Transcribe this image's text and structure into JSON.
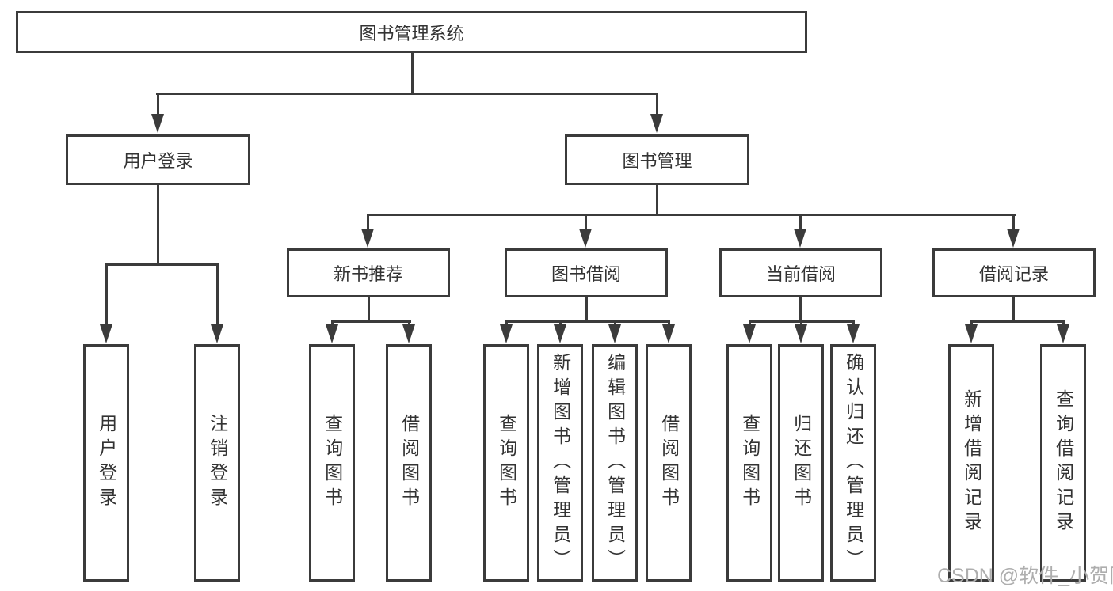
{
  "tree": {
    "root": "图书管理系统",
    "children": [
      {
        "label": "用户登录",
        "children": [
          "用户登录",
          "注销登录"
        ]
      },
      {
        "label": "图书管理",
        "children": [
          {
            "label": "新书推荐",
            "children": [
              "查询图书",
              "借阅图书"
            ]
          },
          {
            "label": "图书借阅",
            "children": [
              "查询图书",
              "新增图书（管理员）",
              "编辑图书（管理员）",
              "借阅图书"
            ]
          },
          {
            "label": "当前借阅",
            "children": [
              "查询图书",
              "归还图书",
              "确认归还（管理员）"
            ]
          },
          {
            "label": "借阅记录",
            "children": [
              "新增借阅记录",
              "查询借阅记录"
            ]
          }
        ]
      }
    ]
  },
  "watermark": {
    "text": "CSDN @软件_小贺同学",
    "color": "#aeaeae"
  },
  "colors": {
    "background": "#ffffff",
    "box_border": "#3b3b3b",
    "box_fill": "#ffffff",
    "line": "#3b3b3b",
    "text": "#333333"
  }
}
